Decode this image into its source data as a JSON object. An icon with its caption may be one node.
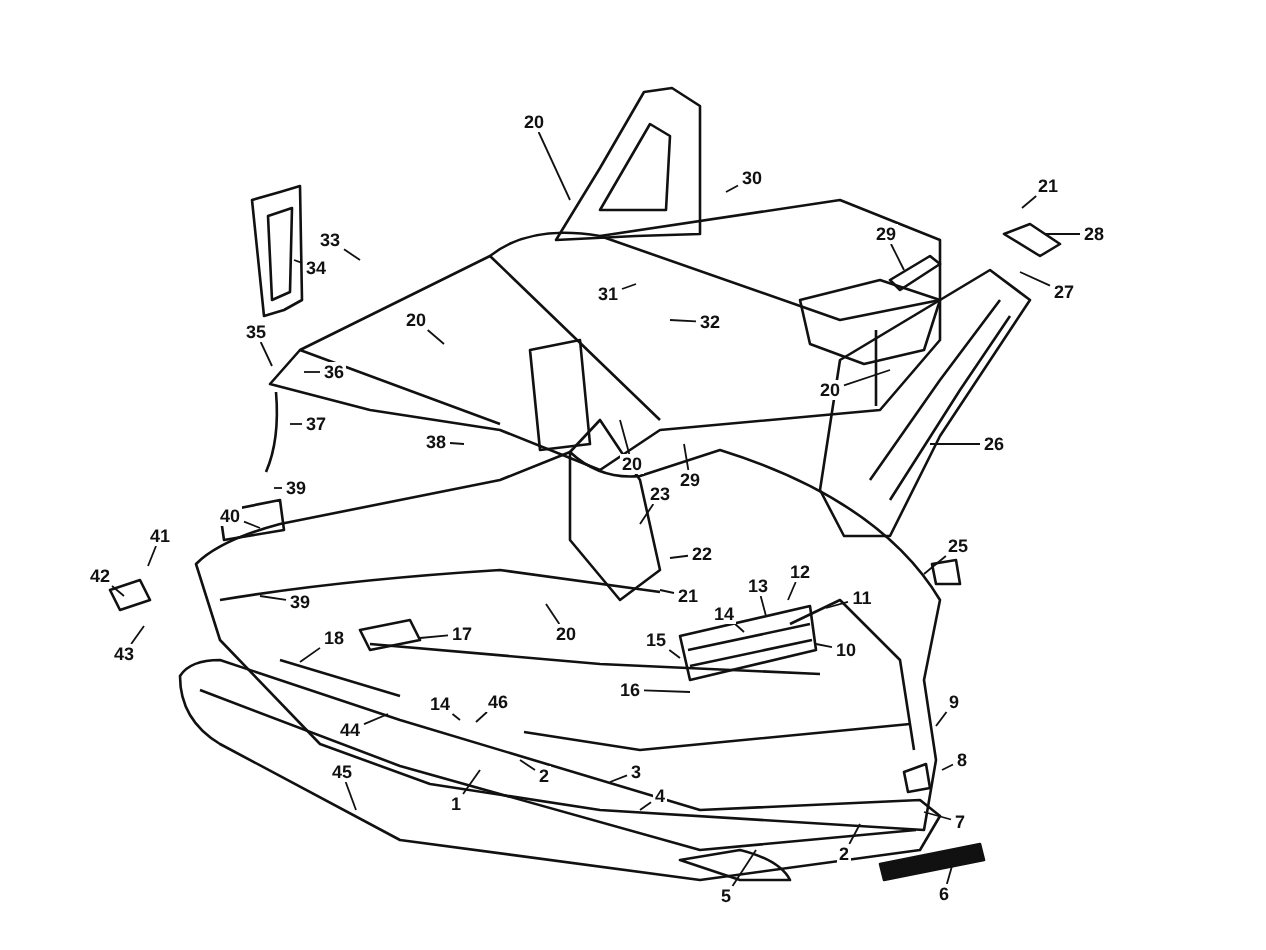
{
  "diagram": {
    "nodes": [
      {
        "text": [
          "20"
        ]
      },
      {
        "text": [
          "30"
        ]
      },
      {
        "text": [
          "21"
        ]
      },
      {
        "text": [
          "28"
        ]
      },
      {
        "text": [
          "29"
        ]
      },
      {
        "text": [
          "33"
        ]
      },
      {
        "text": [
          "34"
        ]
      },
      {
        "text": [
          "27"
        ]
      },
      {
        "text": [
          "31"
        ]
      },
      {
        "text": [
          "32"
        ]
      },
      {
        "text": [
          "20"
        ]
      },
      {
        "text": [
          "35"
        ]
      },
      {
        "text": [
          "36"
        ]
      },
      {
        "text": [
          "20"
        ]
      },
      {
        "text": [
          "37"
        ]
      },
      {
        "text": [
          "26"
        ]
      },
      {
        "text": [
          "38"
        ]
      },
      {
        "text": [
          "20"
        ]
      },
      {
        "text": [
          "29"
        ]
      },
      {
        "text": [
          "23"
        ]
      },
      {
        "text": [
          "39"
        ]
      },
      {
        "text": [
          "40"
        ]
      },
      {
        "text": [
          "22"
        ]
      },
      {
        "text": [
          "25"
        ]
      },
      {
        "text": [
          "41"
        ]
      },
      {
        "text": [
          "42"
        ]
      },
      {
        "text": [
          "21"
        ]
      },
      {
        "text": [
          "12"
        ]
      },
      {
        "text": [
          "13"
        ]
      },
      {
        "text": [
          "11"
        ]
      },
      {
        "text": [
          "39"
        ]
      },
      {
        "text": [
          "14"
        ]
      },
      {
        "text": [
          "10"
        ]
      },
      {
        "text": [
          "20"
        ]
      },
      {
        "text": [
          "15"
        ]
      },
      {
        "text": [
          "18"
        ]
      },
      {
        "text": [
          "17"
        ]
      },
      {
        "text": [
          "43"
        ]
      },
      {
        "text": [
          "16"
        ]
      },
      {
        "text": [
          "14"
        ]
      },
      {
        "text": [
          "46"
        ]
      },
      {
        "text": [
          "44"
        ]
      },
      {
        "text": [
          "9"
        ]
      },
      {
        "text": [
          "8"
        ]
      },
      {
        "text": [
          "3"
        ]
      },
      {
        "text": [
          "45"
        ]
      },
      {
        "text": [
          "2"
        ]
      },
      {
        "text": [
          "4"
        ]
      },
      {
        "text": [
          "1"
        ]
      },
      {
        "text": [
          "7"
        ]
      },
      {
        "text": [
          "2"
        ]
      },
      {
        "text": [
          "6"
        ]
      },
      {
        "text": [
          "5"
        ]
      }
    ],
    "edges": [
      {
        "from": 0,
        "to": null,
        "arrow": "none"
      },
      {
        "from": 1,
        "to": null,
        "arrow": "none"
      },
      {
        "from": 2,
        "to": null,
        "arrow": "none"
      },
      {
        "from": 3,
        "to": null,
        "arrow": "none"
      },
      {
        "from": 4,
        "to": null,
        "arrow": "none"
      },
      {
        "from": 5,
        "to": null,
        "arrow": "none"
      },
      {
        "from": 6,
        "to": null,
        "arrow": "none"
      },
      {
        "from": 7,
        "to": null,
        "arrow": "none"
      },
      {
        "from": 8,
        "to": null,
        "arrow": "none"
      },
      {
        "from": 9,
        "to": null,
        "arrow": "none"
      },
      {
        "from": 10,
        "to": null,
        "arrow": "none"
      },
      {
        "from": 11,
        "to": null,
        "arrow": "none"
      },
      {
        "from": 12,
        "to": null,
        "arrow": "none"
      },
      {
        "from": 13,
        "to": null,
        "arrow": "none"
      },
      {
        "from": 14,
        "to": null,
        "arrow": "none"
      },
      {
        "from": 15,
        "to": null,
        "arrow": "none"
      },
      {
        "from": 16,
        "to": null,
        "arrow": "none"
      },
      {
        "from": 17,
        "to": null,
        "arrow": "none"
      },
      {
        "from": 18,
        "to": null,
        "arrow": "none"
      },
      {
        "from": 19,
        "to": null,
        "arrow": "none"
      },
      {
        "from": 20,
        "to": null,
        "arrow": "none"
      },
      {
        "from": 21,
        "to": null,
        "arrow": "none"
      },
      {
        "from": 22,
        "to": null,
        "arrow": "none"
      },
      {
        "from": 23,
        "to": null,
        "arrow": "none"
      },
      {
        "from": 24,
        "to": null,
        "arrow": "none"
      },
      {
        "from": 25,
        "to": null,
        "arrow": "none"
      },
      {
        "from": 26,
        "to": null,
        "arrow": "none"
      },
      {
        "from": 27,
        "to": null,
        "arrow": "none"
      },
      {
        "from": 28,
        "to": null,
        "arrow": "none"
      },
      {
        "from": 29,
        "to": null,
        "arrow": "none"
      },
      {
        "from": 30,
        "to": null,
        "arrow": "none"
      },
      {
        "from": 31,
        "to": null,
        "arrow": "none"
      },
      {
        "from": 32,
        "to": null,
        "arrow": "none"
      },
      {
        "from": 33,
        "to": null,
        "arrow": "none"
      },
      {
        "from": 34,
        "to": null,
        "arrow": "none"
      },
      {
        "from": 35,
        "to": null,
        "arrow": "none"
      },
      {
        "from": 36,
        "to": null,
        "arrow": "none"
      },
      {
        "from": 37,
        "to": null,
        "arrow": "none"
      },
      {
        "from": 38,
        "to": null,
        "arrow": "none"
      },
      {
        "from": 39,
        "to": null,
        "arrow": "none"
      },
      {
        "from": 40,
        "to": null,
        "arrow": "none"
      },
      {
        "from": 41,
        "to": null,
        "arrow": "none"
      },
      {
        "from": 42,
        "to": null,
        "arrow": "none"
      },
      {
        "from": 43,
        "to": null,
        "arrow": "none"
      },
      {
        "from": 44,
        "to": null,
        "arrow": "none"
      },
      {
        "from": 45,
        "to": null,
        "arrow": "none"
      },
      {
        "from": 46,
        "to": null,
        "arrow": "none"
      },
      {
        "from": 47,
        "to": null,
        "arrow": "none"
      },
      {
        "from": 48,
        "to": null,
        "arrow": "none"
      },
      {
        "from": 49,
        "to": null,
        "arrow": "none"
      },
      {
        "from": 50,
        "to": null,
        "arrow": "none"
      },
      {
        "from": 51,
        "to": null,
        "arrow": "none"
      },
      {
        "from": 52,
        "to": null,
        "arrow": "none"
      }
    ]
  }
}
